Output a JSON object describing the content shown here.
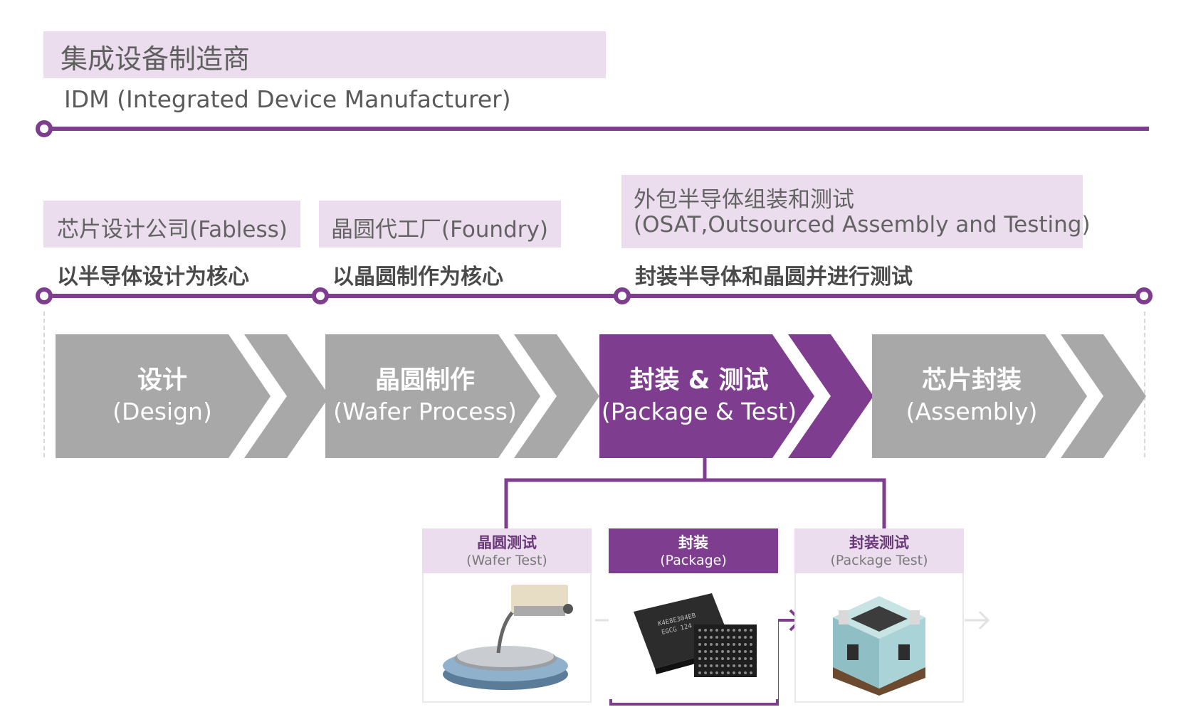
{
  "idm": {
    "title_zh": "集成设备制造商",
    "title_en": "IDM (Integrated Device Manufacturer)"
  },
  "companies": [
    {
      "label": "芯片设计公司(Fabless)",
      "role": "以半导体设计为核心"
    },
    {
      "label": "晶圆代工厂(Foundry)",
      "role": "以晶圆制作为核心"
    },
    {
      "label_line1": "外包半导体组装和测试",
      "label_line2": "(OSAT,Outsourced Assembly and Testing)",
      "role": "封装半导体和晶圆并进行测试"
    }
  ],
  "stages": [
    {
      "zh": "设计",
      "en": "(Design)",
      "highlight": false
    },
    {
      "zh": "晶圆制作",
      "en": "(Wafer Process)",
      "highlight": false
    },
    {
      "zh": "封装 & 测试",
      "en": "(Package & Test)",
      "highlight": true
    },
    {
      "zh": "芯片封装",
      "en": "(Assembly)",
      "highlight": false
    }
  ],
  "substeps": [
    {
      "zh": "晶圆测试",
      "en": "(Wafer Test)",
      "highlight": false,
      "icon": "wafer-prober-icon"
    },
    {
      "zh": "封装",
      "en": "(Package)",
      "highlight": true,
      "icon": "chip-package-icon"
    },
    {
      "zh": "封装测试",
      "en": "(Package Test)",
      "highlight": false,
      "icon": "test-socket-icon"
    }
  ],
  "colors": {
    "accent": "#7e3d8e",
    "chevron_gray": "#a8a8a8",
    "label_bg": "#ebdcee"
  }
}
